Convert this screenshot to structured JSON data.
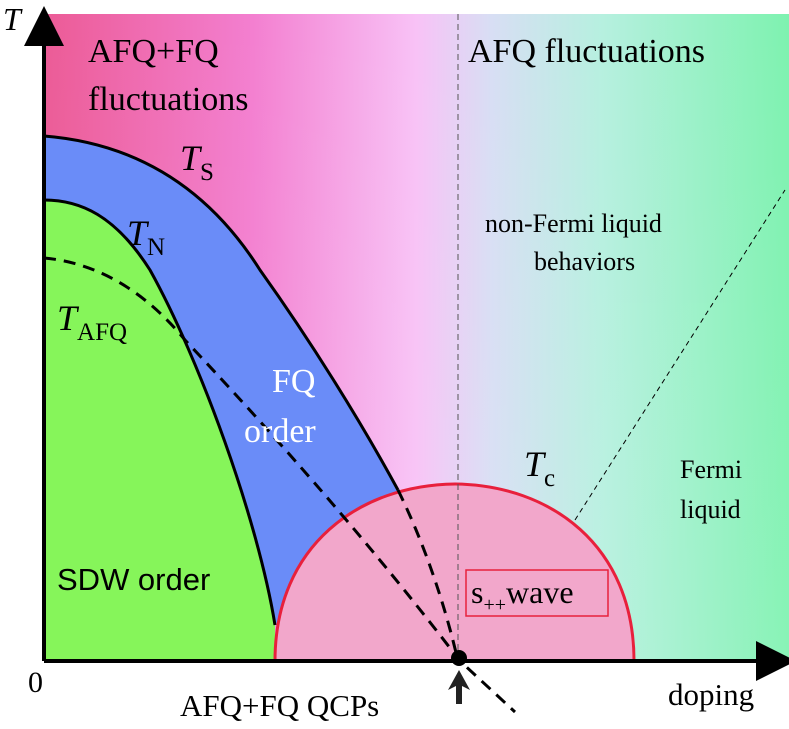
{
  "axes": {
    "y_label": "T",
    "x_label": "doping",
    "origin_label": "0"
  },
  "regions": {
    "afq_fq_fluct_line1": "AFQ+FQ",
    "afq_fq_fluct_line2": "fluctuations",
    "afq_fluct": "AFQ fluctuations",
    "nfl_line1": "non-Fermi liquid",
    "nfl_line2": "behaviors",
    "fq_order_line1": "FQ",
    "fq_order_line2": "order",
    "sdw_order": "SDW order",
    "fermi_line1": "Fermi",
    "fermi_line2": "liquid"
  },
  "curves": {
    "ts_main": "T",
    "ts_sub": "S",
    "tn_main": "T",
    "tn_sub": "N",
    "tafq_main": "T",
    "tafq_sub": "AFQ",
    "tc_main": "T",
    "tc_sub": "c"
  },
  "sc_box": {
    "main": "s",
    "sub": "++",
    "rest": "wave"
  },
  "qcp_label": "AFQ+FQ QCPs",
  "colors": {
    "left_magenta": "#ec5b96",
    "mid_pink": "#f8c2f6",
    "right_green": "#7ef2b0",
    "fq_blue": "#6a8cf8",
    "sdw_green": "#86f55a",
    "sc_dome": "#f2a7cb",
    "tc_red": "#e8203c"
  }
}
